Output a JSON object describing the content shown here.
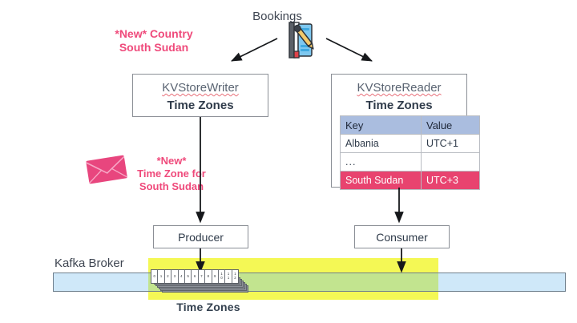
{
  "diagram": {
    "title_icon": "bookings-ticket-icon",
    "bookings_label": "Bookings",
    "new_country": {
      "line1": "*New* Country",
      "line2": "South Sudan",
      "color": "#ef4a7b"
    },
    "new_timezone": {
      "line1": "*New*",
      "line2": "Time Zone for",
      "line3": "South Sudan",
      "color": "#ef4a7b",
      "icon": "envelope-icon"
    },
    "writer_box": {
      "title": "KVStoreWriter",
      "subtitle": "Time Zones"
    },
    "reader_box": {
      "title": "KVStoreReader",
      "subtitle": "Time Zones",
      "table": {
        "columns": [
          "Key",
          "Value"
        ],
        "header_color": "#aabddf",
        "highlight_color": "#e8436f",
        "rows": [
          {
            "key": "Albania",
            "value": "UTC+1",
            "highlight": false
          },
          {
            "key": "...",
            "value": "",
            "highlight": false
          },
          {
            "key": "South Sudan",
            "value": "UTC+3",
            "highlight": true
          }
        ]
      }
    },
    "producer_box": {
      "label": "Producer"
    },
    "consumer_box": {
      "label": "Consumer"
    },
    "kafka": {
      "broker_label": "Kafka Broker",
      "topic_label": "Time Zones",
      "bar_color": "#cfe8f9",
      "highlight_band_color": "#f4f855",
      "partition_color": "#c2e48f",
      "offsets": [
        "0",
        "1",
        "2",
        "3",
        "4",
        "5",
        "6",
        "7",
        "8",
        "9",
        "10",
        "11",
        "12"
      ]
    }
  }
}
